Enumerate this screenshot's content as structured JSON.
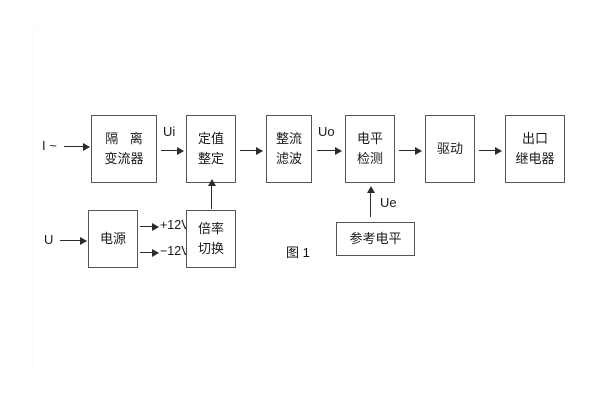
{
  "figure": {
    "caption": "图 1",
    "inputs": [
      {
        "name": "current-input",
        "label": "I ~"
      },
      {
        "name": "voltage-input",
        "label": "U"
      }
    ],
    "blocks": [
      {
        "id": "isolation-ct",
        "lines": [
          "隔 离",
          "变流器"
        ]
      },
      {
        "id": "setting-value",
        "lines": [
          "定值",
          "整定"
        ]
      },
      {
        "id": "rectify-filter",
        "lines": [
          "整流",
          "滤波"
        ]
      },
      {
        "id": "level-detect",
        "lines": [
          "电平",
          "检测"
        ]
      },
      {
        "id": "drive",
        "lines": [
          "驱动"
        ]
      },
      {
        "id": "output-relay",
        "lines": [
          "出口",
          "继电器"
        ]
      },
      {
        "id": "power-supply",
        "lines": [
          "电源"
        ]
      },
      {
        "id": "multiplier-switch",
        "lines": [
          "倍率",
          "切换"
        ]
      },
      {
        "id": "reference-level",
        "lines": [
          "参考电平"
        ]
      }
    ],
    "signals": [
      {
        "id": "ui",
        "label": "Ui"
      },
      {
        "id": "uo",
        "label": "Uo"
      },
      {
        "id": "ue",
        "label": "Ue"
      }
    ],
    "rails": [
      {
        "id": "rail-pos",
        "label": "+12V"
      },
      {
        "id": "rail-neg",
        "label": "−12V"
      }
    ]
  },
  "colors": {
    "background": "#ffffff",
    "box_border": "#555555",
    "arrow": "#2b2b2b",
    "text": "#1a1a1a"
  }
}
